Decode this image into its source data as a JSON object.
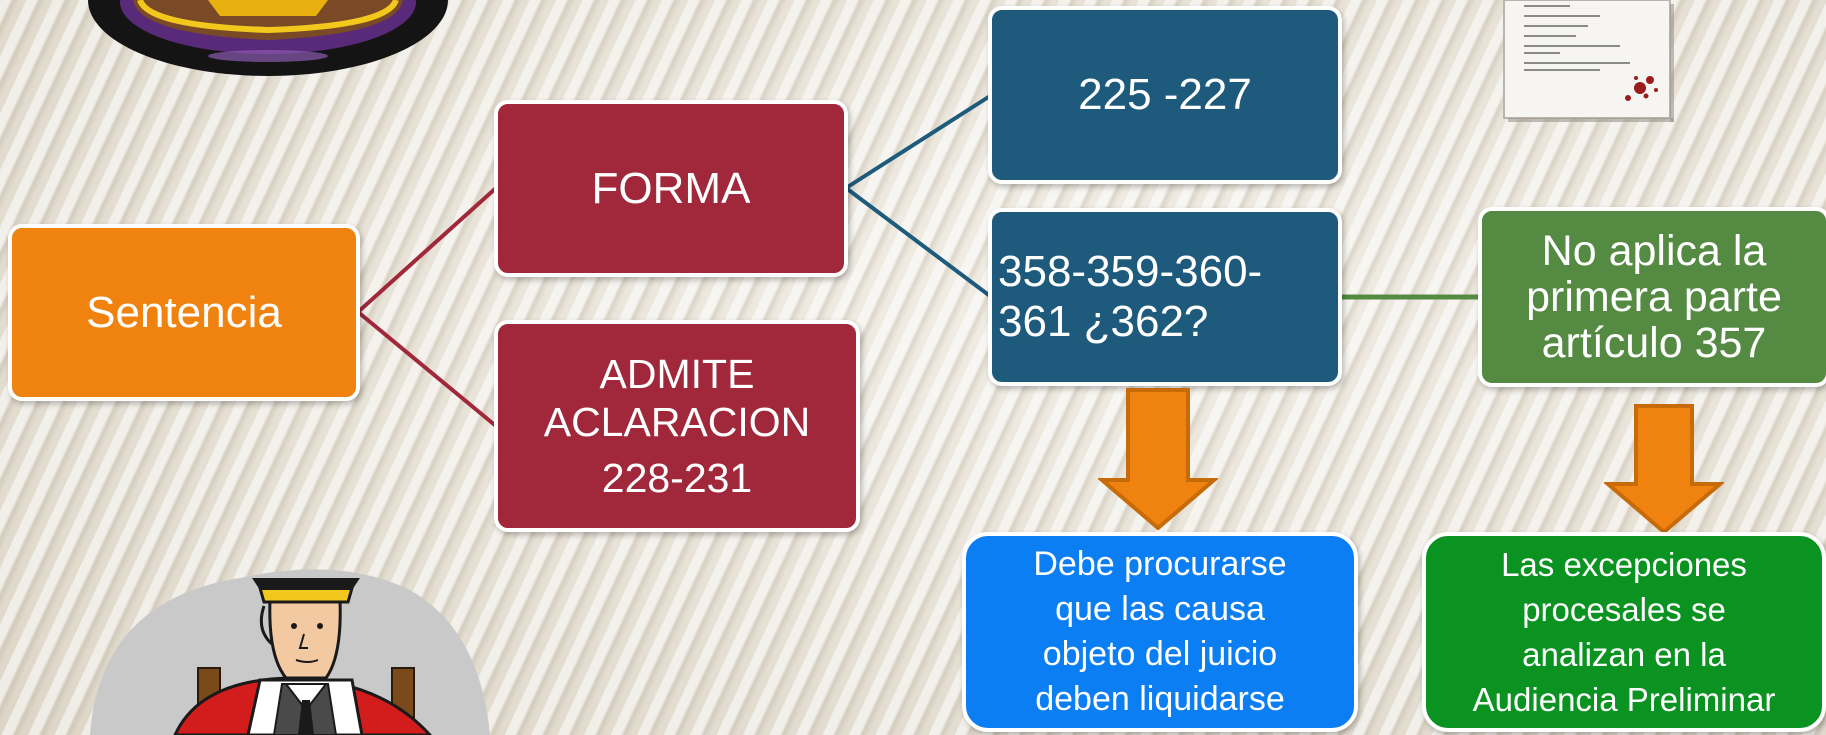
{
  "nodes": {
    "sentencia": "Sentencia",
    "forma": "FORMA",
    "admite_line1": "ADMITE",
    "admite_line2": "ACLARACION",
    "admite_line3": "228-231",
    "art_225": "225 -227",
    "art_358_line1": "358-359-360-",
    "art_358_line2": "361 ¿362?",
    "no_aplica_line1": "No aplica la",
    "no_aplica_line2": "primera parte",
    "no_aplica_line3": "artículo 357",
    "debe_line1": "Debe procurarse",
    "debe_line2": "que las causa",
    "debe_line3": "objeto del juicio",
    "debe_line4": "deben liquidarse",
    "las_line1": "Las excepciones",
    "las_line2": "procesales se",
    "las_line3": "analizan en la",
    "las_line4": "Audiencia Preliminar"
  },
  "colors": {
    "orange": "#f0820f",
    "maroon": "#a0283a",
    "dark_blue": "#1d5a7c",
    "olive_green": "#548a42",
    "bright_blue": "#0a7ef2",
    "bright_green": "#0a9320",
    "arrow_orange": "#f0820f"
  },
  "icons": [
    "gavel-clipart",
    "document-clipart",
    "judge-clipart"
  ]
}
